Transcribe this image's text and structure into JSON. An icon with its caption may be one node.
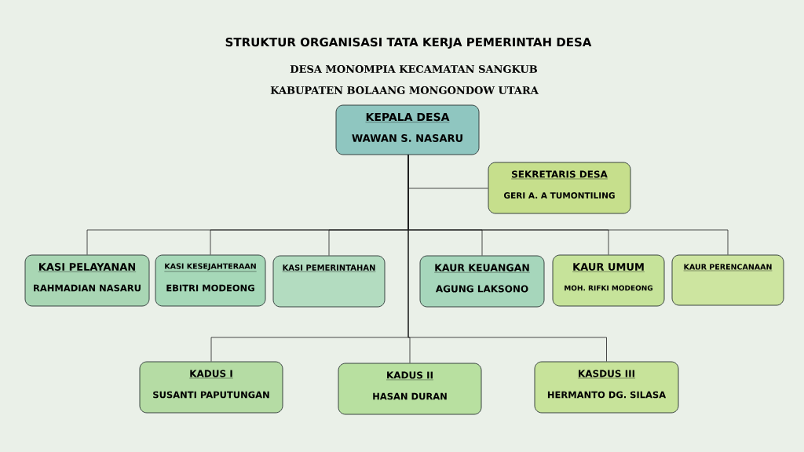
{
  "diagram": {
    "title": "STRUKTUR ORGANISASI TATA KERJA PEMERINTAH DESA",
    "nodes": [
      {
        "text": [
          "KEPALA DESA",
          "WAWAN S. NASARU"
        ]
      },
      {
        "text": [
          "SEKRETARIS DESA",
          "GERI  A. A TUMONTILING"
        ]
      },
      {
        "text": [
          "KASI PELAYANAN",
          "RAHMADIAN NASARU"
        ]
      },
      {
        "text": [
          "KASI KESEJAHTERAAN",
          "EBITRI MODEONG"
        ]
      },
      {
        "text": [
          "KASI PEMERINTAHAN"
        ]
      },
      {
        "text": [
          "KAUR KEUANGAN",
          "AGUNG LAKSONO"
        ]
      },
      {
        "text": [
          "KAUR UMUM",
          "MOH. RIFKI MODEONG"
        ]
      },
      {
        "text": [
          "KAUR PERENCANAAN"
        ]
      },
      {
        "text": [
          "KADUS I",
          "SUSANTI PAPUTUNGAN"
        ]
      },
      {
        "text": [
          "KADUS II",
          "HASAN DURAN"
        ]
      },
      {
        "text": [
          "KASDUS III",
          "HERMANTO DG. SILASA"
        ]
      }
    ],
    "edges": [
      {
        "from": 0,
        "to": 1,
        "arrow": "none"
      },
      {
        "from": 0,
        "to": 2,
        "arrow": "none"
      },
      {
        "from": 0,
        "to": 3,
        "arrow": "none"
      },
      {
        "from": 0,
        "to": 4,
        "arrow": "none"
      },
      {
        "from": 0,
        "to": 5,
        "arrow": "none"
      },
      {
        "from": 0,
        "to": 6,
        "arrow": "none"
      },
      {
        "from": 0,
        "to": 7,
        "arrow": "none"
      },
      {
        "from": 0,
        "to": 8,
        "arrow": "none"
      },
      {
        "from": 0,
        "to": 9,
        "arrow": "none"
      },
      {
        "from": 0,
        "to": 10,
        "arrow": "none"
      }
    ],
    "labels": [
      "DESA MONOMPIA KECAMATAN SANGKUB",
      "KABUPATEN BOLAANG MONGONDOW UTARA"
    ]
  }
}
